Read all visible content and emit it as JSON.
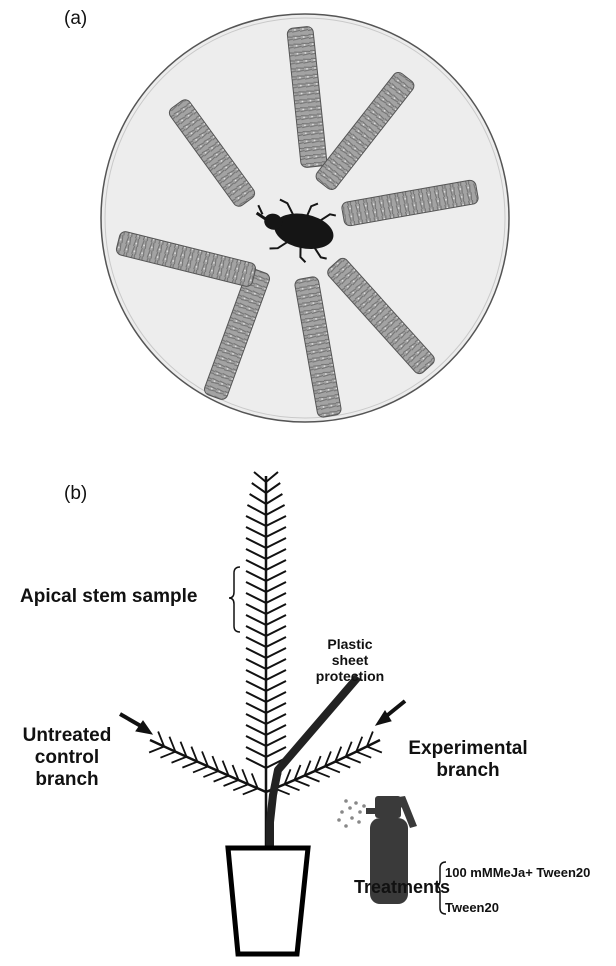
{
  "panels": {
    "a": {
      "label": "(a)"
    },
    "b": {
      "label": "(b)"
    }
  },
  "diagram": {
    "apical_stem_sample": "Apical stem sample",
    "plastic_protection": [
      "Plastic",
      "sheet",
      "protection"
    ],
    "untreated_branch": [
      "Untreated",
      "control",
      "branch"
    ],
    "experimental_branch": [
      "Experimental",
      "branch"
    ],
    "treatments_label": "Treatments",
    "treatment_options": [
      "100 mMMeJa+  Tween20",
      "Tween20"
    ]
  },
  "colors": {
    "dish_bg": "#ededed",
    "twig": "#9a9a9a",
    "weevil": "#151515",
    "sprayer": "#3a3a3a"
  }
}
